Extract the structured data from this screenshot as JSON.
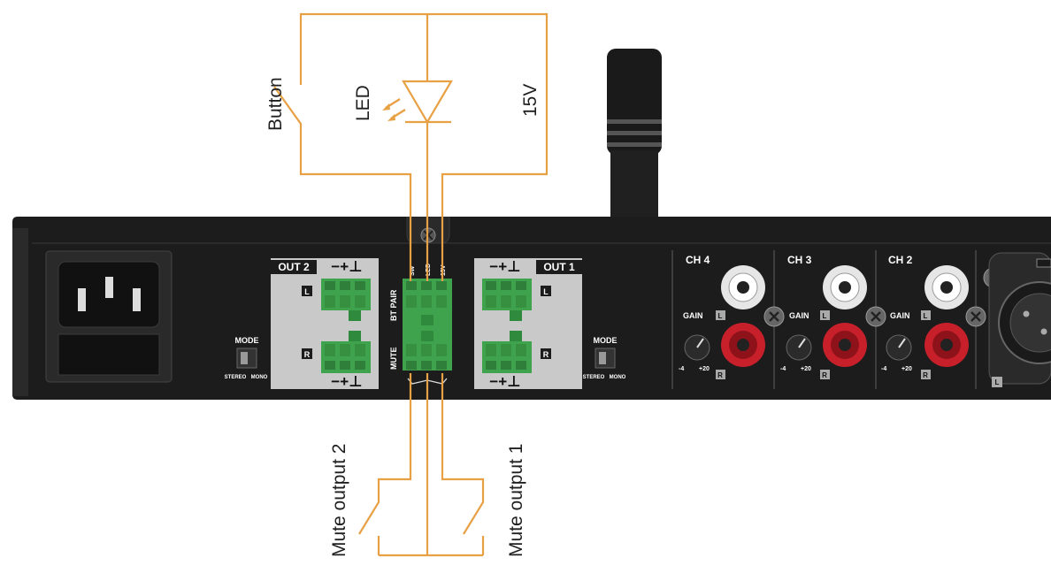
{
  "labels": {
    "button": "Button",
    "led": "LED",
    "v15": "15V",
    "mute_output_2": "Mute output 2",
    "mute_output_1": "Mute output 1"
  },
  "device": {
    "out2_label": "OUT 2",
    "out1_label": "OUT 1",
    "polarity": "−+⊥",
    "left_badge": "L",
    "right_badge": "R",
    "mode_label": "MODE",
    "mode_stereo": "STEREO",
    "mode_mono": "MONO",
    "bt_pair_label": "BT PAIR",
    "mute_label": "MUTE",
    "pin_sw": "SW",
    "pin_led": "LED",
    "pin_15v": "15V",
    "ch4": "CH 4",
    "ch3": "CH 3",
    "ch2": "CH 2",
    "gain": "GAIN",
    "gain_min": "-4",
    "gain_max": "+20"
  },
  "colors": {
    "wire": "#e8a044",
    "chassis": "#1c1c1c",
    "terminal_green": "#3fa34d",
    "panel_grey": "#c9c9c9",
    "rca_red": "#c8202a"
  }
}
